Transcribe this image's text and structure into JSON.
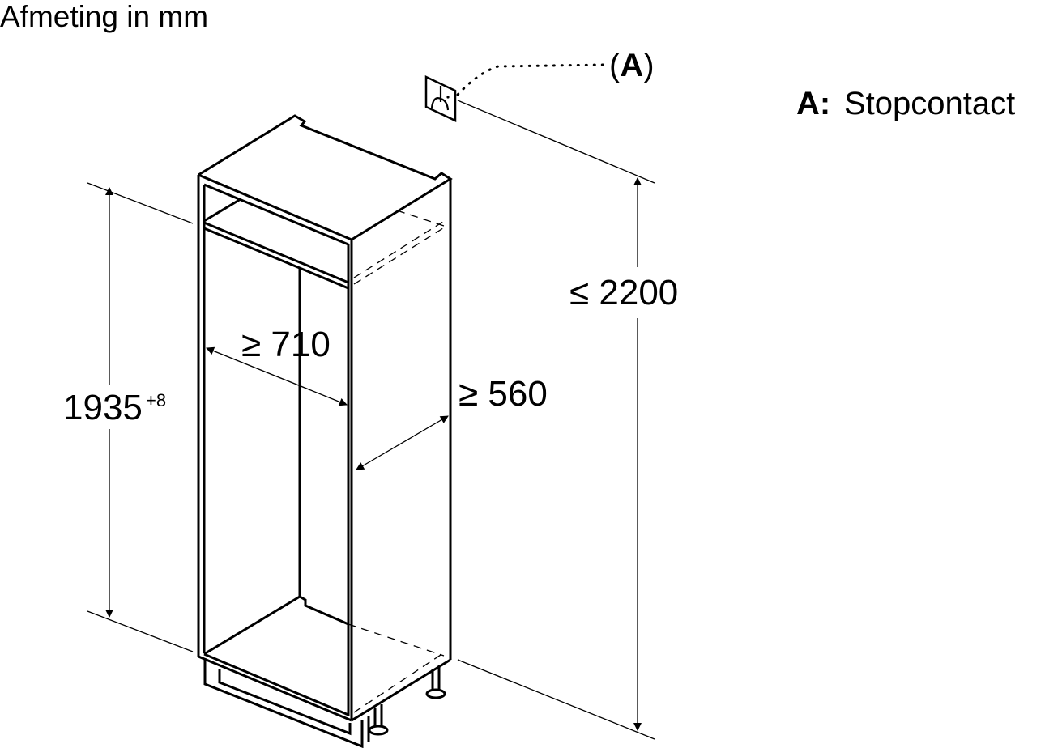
{
  "title": "Afmeting in mm",
  "legend": {
    "key": "A:",
    "label": "Stopcontact"
  },
  "callout": {
    "open": "(",
    "letter": "A",
    "close": ")"
  },
  "dimensions": {
    "height_cabinet": {
      "value": "1935",
      "tolerance": "+8"
    },
    "depth": "≥ 710",
    "width": "≥ 560",
    "max_height": "≤ 2200"
  },
  "icons": {
    "socket": "power-socket-icon"
  }
}
